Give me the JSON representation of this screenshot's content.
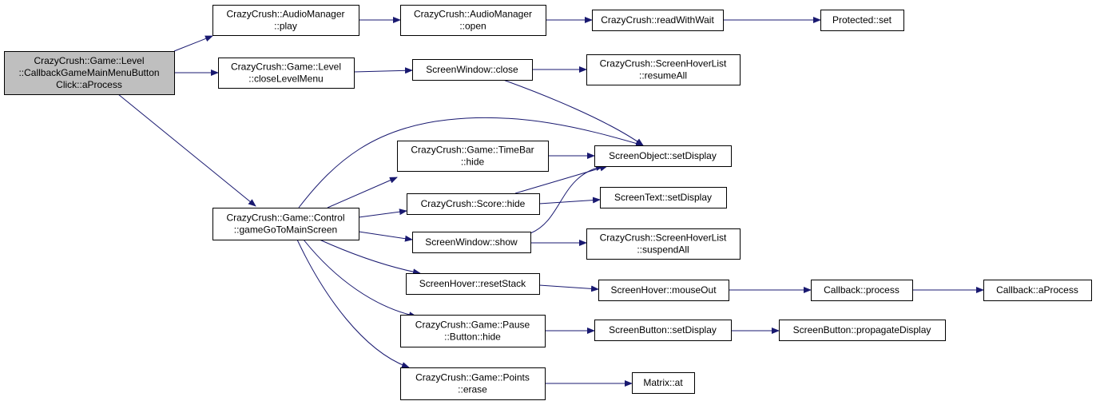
{
  "graph": {
    "colors": {
      "edge": "#191970",
      "root_fill": "#bfbfbf",
      "node_fill": "#ffffff",
      "border": "#000000"
    },
    "nodes": [
      {
        "id": "root",
        "lines": [
          "CrazyCrush::Game::Level",
          "::CallbackGameMainMenuButton",
          "Click::aProcess"
        ]
      },
      {
        "id": "audio-play",
        "lines": [
          "CrazyCrush::AudioManager",
          "::play"
        ]
      },
      {
        "id": "audio-open",
        "lines": [
          "CrazyCrush::AudioManager",
          "::open"
        ]
      },
      {
        "id": "read-with-wait",
        "lines": [
          "CrazyCrush::readWithWait"
        ]
      },
      {
        "id": "protected-set",
        "lines": [
          "Protected::set"
        ]
      },
      {
        "id": "close-level-menu",
        "lines": [
          "CrazyCrush::Game::Level",
          "::closeLevelMenu"
        ]
      },
      {
        "id": "screenwindow-close",
        "lines": [
          "ScreenWindow::close"
        ]
      },
      {
        "id": "resume-all",
        "lines": [
          "CrazyCrush::ScreenHoverList",
          "::resumeAll"
        ]
      },
      {
        "id": "timebar-hide",
        "lines": [
          "CrazyCrush::Game::TimeBar",
          "::hide"
        ]
      },
      {
        "id": "screenobject-setdisplay",
        "lines": [
          "ScreenObject::setDisplay"
        ]
      },
      {
        "id": "score-hide",
        "lines": [
          "CrazyCrush::Score::hide"
        ]
      },
      {
        "id": "screentext-setdisplay",
        "lines": [
          "ScreenText::setDisplay"
        ]
      },
      {
        "id": "game-go-to-main-screen",
        "lines": [
          "CrazyCrush::Game::Control",
          "::gameGoToMainScreen"
        ]
      },
      {
        "id": "screenwindow-show",
        "lines": [
          "ScreenWindow::show"
        ]
      },
      {
        "id": "suspend-all",
        "lines": [
          "CrazyCrush::ScreenHoverList",
          "::suspendAll"
        ]
      },
      {
        "id": "reset-stack",
        "lines": [
          "ScreenHover::resetStack"
        ]
      },
      {
        "id": "mouse-out",
        "lines": [
          "ScreenHover::mouseOut"
        ]
      },
      {
        "id": "callback-process",
        "lines": [
          "Callback::process"
        ]
      },
      {
        "id": "callback-aprocess",
        "lines": [
          "Callback::aProcess"
        ]
      },
      {
        "id": "pause-button-hide",
        "lines": [
          "CrazyCrush::Game::Pause",
          "::Button::hide"
        ]
      },
      {
        "id": "screenbutton-setdisplay",
        "lines": [
          "ScreenButton::setDisplay"
        ]
      },
      {
        "id": "propagate-display",
        "lines": [
          "ScreenButton::propagateDisplay"
        ]
      },
      {
        "id": "points-erase",
        "lines": [
          "CrazyCrush::Game::Points",
          "::erase"
        ]
      },
      {
        "id": "matrix-at",
        "lines": [
          "Matrix::at"
        ]
      }
    ],
    "edges": [
      {
        "from": "root",
        "to": "audio-play"
      },
      {
        "from": "root",
        "to": "close-level-menu"
      },
      {
        "from": "root",
        "to": "game-go-to-main-screen"
      },
      {
        "from": "audio-play",
        "to": "audio-open"
      },
      {
        "from": "audio-open",
        "to": "read-with-wait"
      },
      {
        "from": "read-with-wait",
        "to": "protected-set"
      },
      {
        "from": "close-level-menu",
        "to": "screenwindow-close"
      },
      {
        "from": "screenwindow-close",
        "to": "resume-all"
      },
      {
        "from": "screenwindow-close",
        "to": "screenobject-setdisplay"
      },
      {
        "from": "game-go-to-main-screen",
        "to": "screenobject-setdisplay"
      },
      {
        "from": "game-go-to-main-screen",
        "to": "timebar-hide"
      },
      {
        "from": "game-go-to-main-screen",
        "to": "score-hide"
      },
      {
        "from": "game-go-to-main-screen",
        "to": "screenwindow-show"
      },
      {
        "from": "game-go-to-main-screen",
        "to": "reset-stack"
      },
      {
        "from": "game-go-to-main-screen",
        "to": "pause-button-hide"
      },
      {
        "from": "game-go-to-main-screen",
        "to": "points-erase"
      },
      {
        "from": "timebar-hide",
        "to": "screenobject-setdisplay"
      },
      {
        "from": "score-hide",
        "to": "screenobject-setdisplay"
      },
      {
        "from": "score-hide",
        "to": "screentext-setdisplay"
      },
      {
        "from": "screenwindow-show",
        "to": "screenobject-setdisplay"
      },
      {
        "from": "screenwindow-show",
        "to": "suspend-all"
      },
      {
        "from": "reset-stack",
        "to": "mouse-out"
      },
      {
        "from": "mouse-out",
        "to": "callback-process"
      },
      {
        "from": "callback-process",
        "to": "callback-aprocess"
      },
      {
        "from": "pause-button-hide",
        "to": "screenbutton-setdisplay"
      },
      {
        "from": "screenbutton-setdisplay",
        "to": "propagate-display"
      },
      {
        "from": "points-erase",
        "to": "matrix-at"
      }
    ]
  }
}
